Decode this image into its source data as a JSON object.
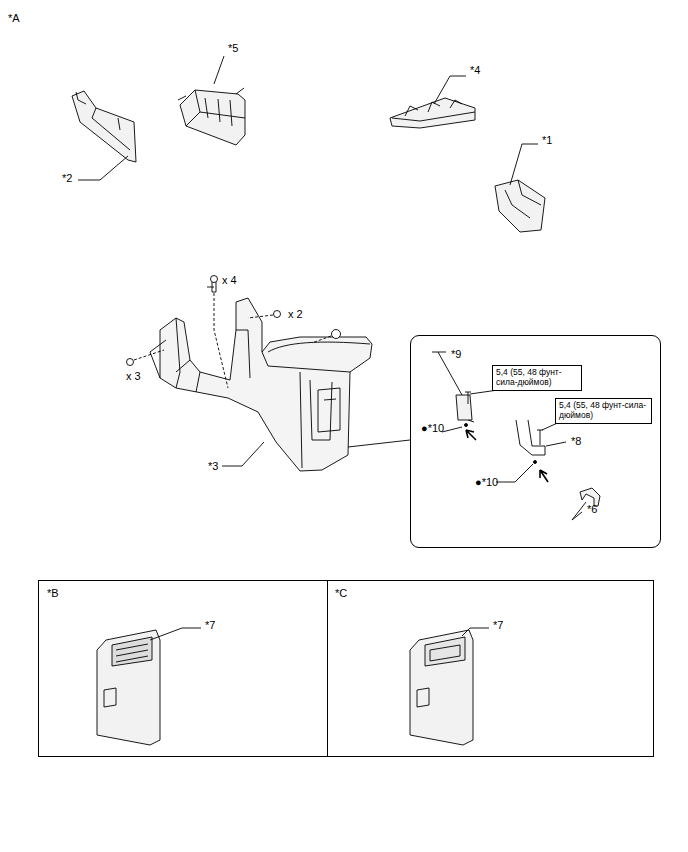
{
  "diagram": {
    "nodes": [
      {
        "text": [
          "*9",
          "●*10",
          "*8",
          "●*10",
          "*6"
        ]
      },
      {
        "text": [
          "5,4 (55, 48 фунт-сила-дюймов)"
        ],
        "in": 0
      },
      {
        "text": [
          "5,4 (55, 48 фунт-сила-дюймов)"
        ],
        "in": 0
      },
      {
        "text": [
          "*B",
          "*7"
        ]
      },
      {
        "text": [
          "*C",
          "*7"
        ]
      }
    ],
    "edges": [],
    "labels": [
      "*A",
      "*5",
      "*4",
      "*2",
      "*1",
      "x 4",
      "x 2",
      "x 3",
      "*3"
    ]
  }
}
